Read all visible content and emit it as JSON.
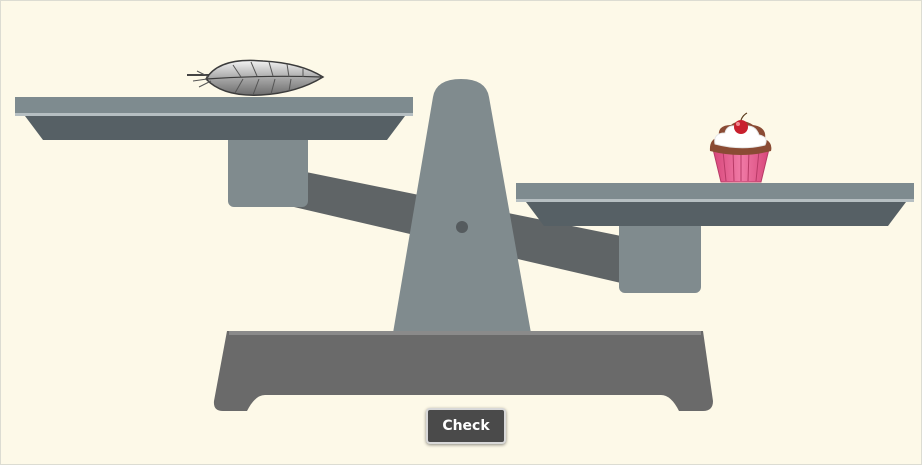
{
  "scale": {
    "left_pan_item": "feather",
    "right_pan_item": "cupcake",
    "heavier_side": "right"
  },
  "controls": {
    "check_label": "Check"
  },
  "colors": {
    "background": "#fdf9e8",
    "pan": "#7e8b8f",
    "pan_dark": "#566065",
    "beam": "#5f6466",
    "pillar": "#808b8e",
    "base": "#6a6a6a",
    "button": "#4a4a4a",
    "cupcake_wrapper": "#e85a8c",
    "cherry": "#c8202e"
  }
}
